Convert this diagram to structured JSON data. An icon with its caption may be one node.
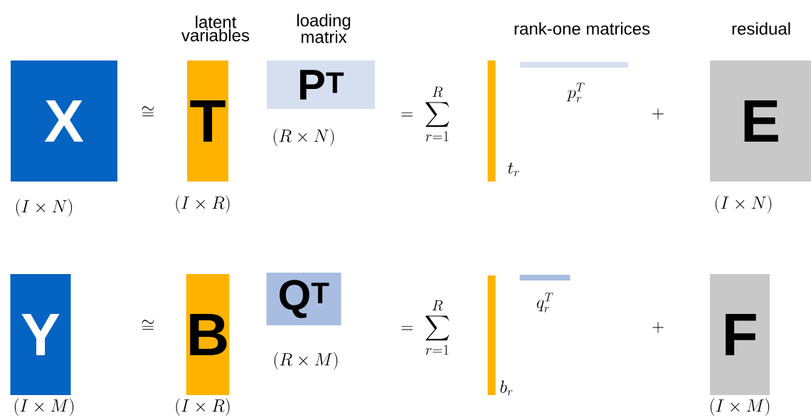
{
  "diagram": {
    "nodes": [
      {
        "text": [
          "X"
        ],
        "beside": [
          "(I\\times N)"
        ]
      },
      {
        "text": [
          "T"
        ],
        "beside": [
          "(I\\times R)"
        ]
      },
      {
        "text": [
          "P$^{T}$"
        ],
        "beside": [
          "(R\\times N)"
        ]
      },
      {
        "text": [],
        "shape": "bar",
        "beside": [
          "t_r"
        ]
      },
      {
        "text": [],
        "shape": "bar",
        "beside": [
          "p_r^T"
        ]
      },
      {
        "text": [
          "E"
        ],
        "beside": [
          "(I\\times N)"
        ]
      },
      {
        "text": [
          "Y"
        ],
        "beside": [
          "(I\\times M)"
        ]
      },
      {
        "text": [
          "B"
        ],
        "beside": [
          "(I\\times R)"
        ]
      },
      {
        "text": [
          "Q$^{T}$"
        ],
        "beside": [
          "(R\\times M)"
        ]
      },
      {
        "text": [],
        "shape": "bar",
        "beside": [
          "b_r"
        ]
      },
      {
        "text": [],
        "shape": "bar",
        "beside": [
          "q_r^T"
        ]
      },
      {
        "text": [
          "F"
        ],
        "beside": [
          "(I\\times M)"
        ]
      }
    ],
    "labels": [
      "latent variables",
      "loading matrix",
      "rank-one matrices",
      "residual",
      "\\cong",
      "=\\sum_{r=1}^{R}",
      "+",
      "\\cong",
      "=\\sum_{r=1}^{R}",
      "+"
    ]
  }
}
